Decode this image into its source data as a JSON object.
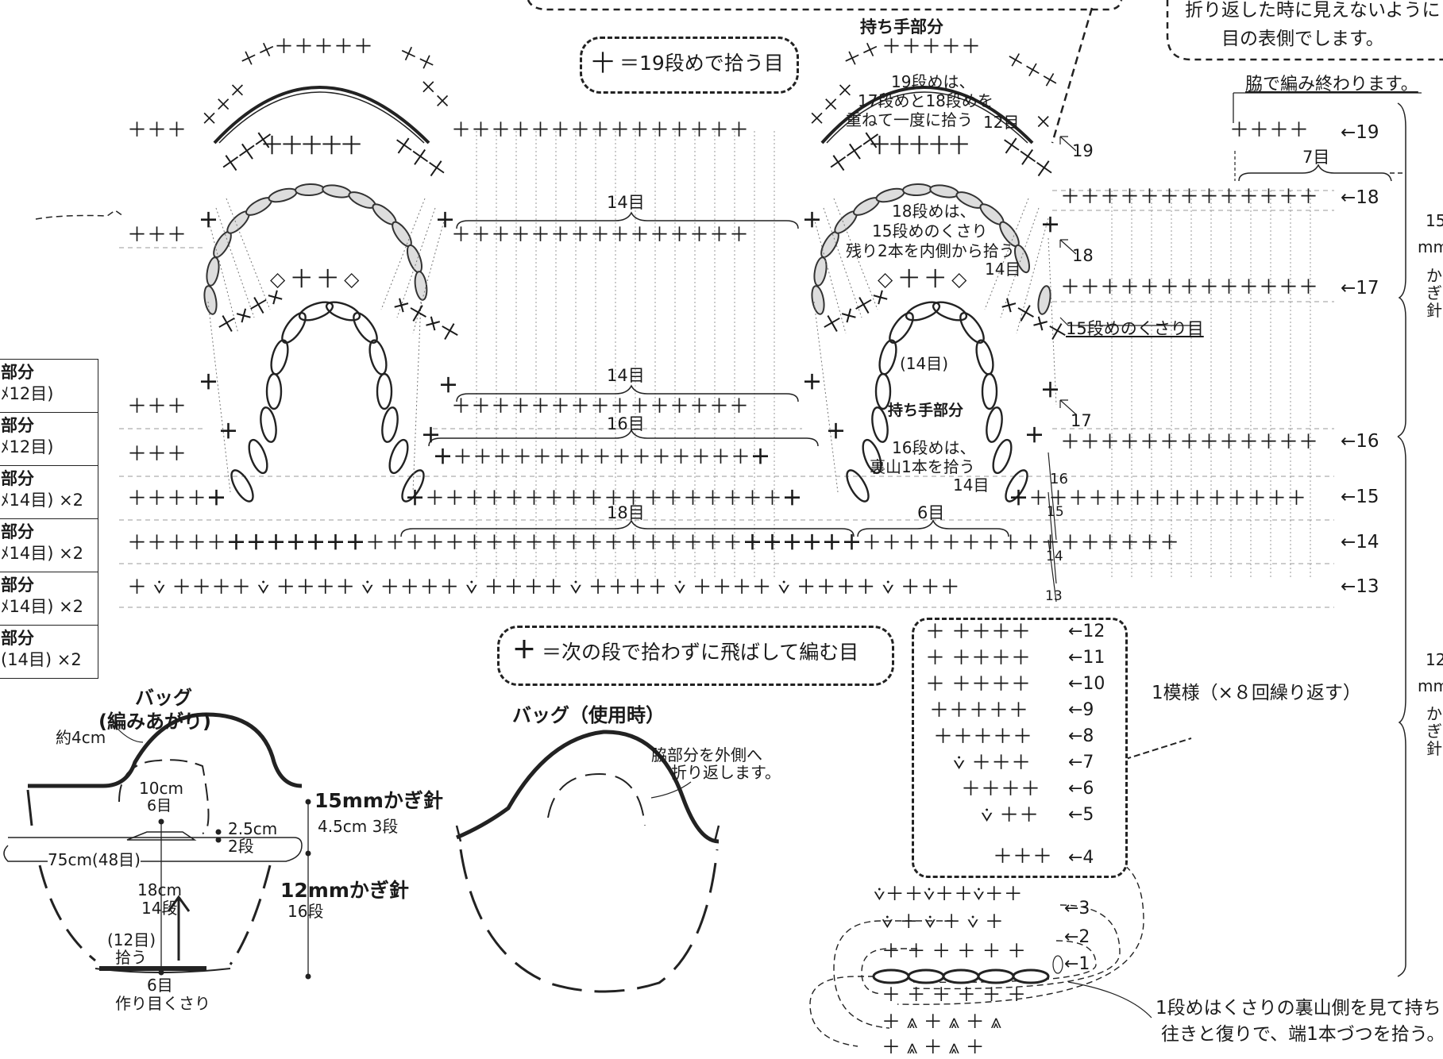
{
  "top_note": {
    "line1": "折り返した時に見えないように",
    "line2": "目の表側でします。"
  },
  "handle_title_top": "持ち手部分",
  "legend_pickup": "＝19段めで拾う目",
  "legend_pickup_symbol": "十",
  "legend_skip": "＝次の段で拾わずに飛ばして編む目",
  "legend_skip_symbol": "＋",
  "side_end_note": "脇で編み終わります。",
  "row19_note": {
    "l1": "19段めは、",
    "l2": "17段めと18段めを",
    "l3": "重ねて一度に拾う",
    "count": "12目"
  },
  "row18_note": {
    "l1": "18段めは、",
    "l2": "15段めのくさり",
    "l3": "残り2本を内側から拾う",
    "count": "14目"
  },
  "row16_note": {
    "l1": "16段めは、",
    "l2": "裏山1本を拾う",
    "count": "14目"
  },
  "handle_title_mid": "持ち手部分",
  "inner_count": "(14目)",
  "chain15_label": "15段めのくさり目",
  "counts": {
    "c14a": "14目",
    "c14b": "14目",
    "c16": "16目",
    "c18": "18目",
    "c6": "6目",
    "c7": "7目"
  },
  "row_numbers": {
    "r19": "←19",
    "r18": "←18",
    "r17": "←17",
    "r16": "←16",
    "r15": "←15",
    "r14": "←14",
    "r13": "←13",
    "small19": "19",
    "small18": "18",
    "small17": "17",
    "small16": "16",
    "small15": "15",
    "small14": "14",
    "small13": "13"
  },
  "hook_right_top": {
    "size": "15",
    "unit": "mm",
    "name": [
      "か",
      "ぎ",
      "針"
    ]
  },
  "hook_right_bottom": {
    "size": "12",
    "unit": "mm",
    "name": [
      "か",
      "ぎ",
      "針"
    ]
  },
  "side_table": [
    {
      "name": "部分",
      "detail": "ﾒ12目)"
    },
    {
      "name": "部分",
      "detail": "ﾒ12目)"
    },
    {
      "name": "部分",
      "detail": "ﾒ14目) ×2"
    },
    {
      "name": "部分",
      "detail": "ﾒ14目) ×2"
    },
    {
      "name": "部分",
      "detail": "ﾒ14目) ×2"
    },
    {
      "name": "部分",
      "detail": "(14目) ×2"
    }
  ],
  "pattern_rows": {
    "r12": "←12",
    "r11": "←11",
    "r10": "←10",
    "r9": "←9",
    "r8": "←8",
    "r7": "←7",
    "r6": "←6",
    "r5": "←5",
    "r4": "←4",
    "r3": "←3",
    "r2": "←2",
    "r1": "←1"
  },
  "repeat_note": "1模様（×８回繰り返す）",
  "first_row_note": {
    "l1": "1段めはくさりの裏山側を見て持ち",
    "l2": "往きと復りで、端1本づつを拾う。"
  },
  "bag_finished": {
    "title1": "バッグ",
    "title2": "(編みあがり)",
    "approx": "約4cm",
    "width_top": "10cm",
    "stitch_top": "6目",
    "handle_h": "2.5cm",
    "handle_rows": "2段",
    "hook15": "15mmかぎ針",
    "dim15": "4.5cm 3段",
    "circ": "75cm(48目)",
    "height": "18cm",
    "height_rows": "14段",
    "hook12": "12mmかぎ針",
    "rows16": "16段",
    "pick": "(12目)",
    "pick2": "拾う",
    "base": "6目",
    "base_label": "作り目くさり"
  },
  "bag_in_use": {
    "title": "バッグ（使用時）",
    "note1": "脇部分を外側へ",
    "note2": "折り返します。"
  }
}
